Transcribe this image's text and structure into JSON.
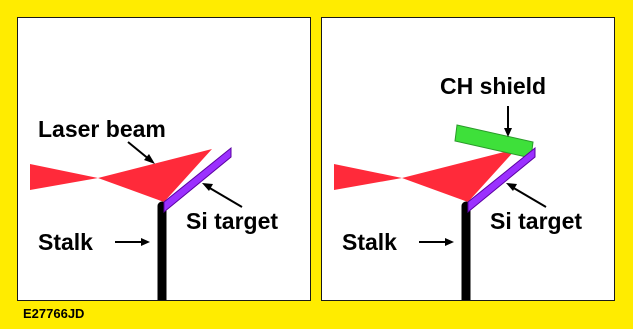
{
  "panels": [
    {
      "labels": {
        "laser": "Laser beam",
        "target": "Si target",
        "stalk": "Stalk"
      }
    },
    {
      "labels": {
        "shield": "CH shield",
        "target": "Si target",
        "stalk": "Stalk"
      }
    }
  ],
  "figure_id": "E27766JD",
  "colors": {
    "frame": "#ffec00",
    "laser": "#ff2a3a",
    "target": "#9b30ff",
    "shield": "#3ee03a",
    "stalk": "#000000"
  }
}
